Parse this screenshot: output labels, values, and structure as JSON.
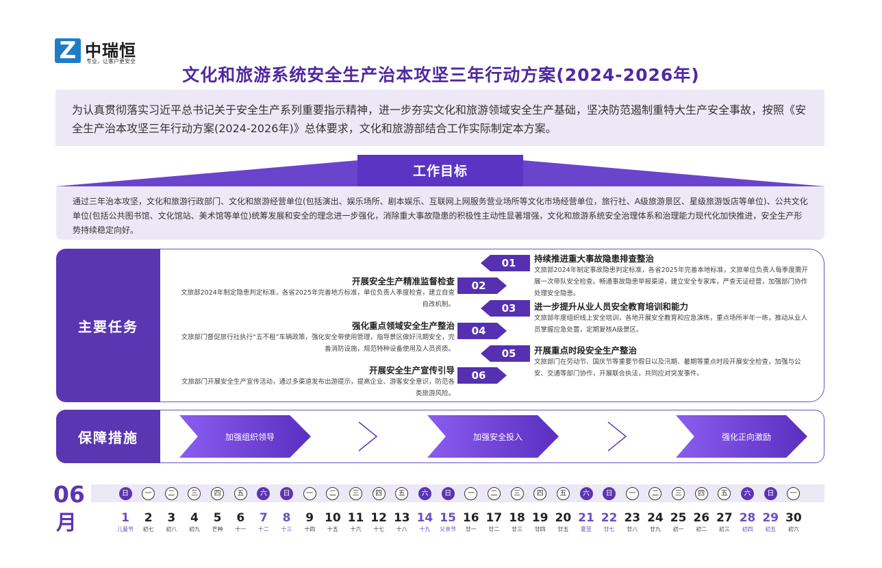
{
  "logo": {
    "mark": "Z",
    "name": "中瑞恒",
    "slogan": "专业，让客户更安全"
  },
  "title": "文化和旅游系统安全生产治本攻坚三年行动方案(2024-2026年)",
  "intro": "为认真贯彻落实习近平总书记关于安全生产系列重要指示精神，进一步夯实文化和旅游领域安全生产基础，坚决防范遏制重特大生产安全事故，按照《安全生产治本攻坚三年行动方案(2024-2026年)》总体要求，文化和旅游部结合工作实际制定本方案。",
  "goal": {
    "title": "工作目标",
    "text": "通过三年治本攻坚，文化和旅游行政部门、文化和旅游经营单位(包括演出、娱乐场所、剧本娱乐、互联网上网服务营业场所等文化市场经营单位，旅行社、A级旅游景区、星级旅游饭店等单位)、公共文化单位(包括公共图书馆、文化馆站、美术馆等单位)统筹发展和安全的理念进一步强化，消除重大事故隐患的积极性主动性显著增强，文化和旅游系统安全治理体系和治理能力现代化加快推进，安全生产形势持续稳定向好。"
  },
  "tasks": {
    "label": "主要任务",
    "items": [
      {
        "num": "01",
        "title": "持续推进重大事故隐患排查整治",
        "desc": "文旅部2024年制定事故隐患判定标准，各省2025年完善本地标准，文旅单位负责人每季度需开展一次带队安全检查。畅通事故隐患举报渠道，建立安全专家库，严查无证经营，加强部门协作处理安全隐患。"
      },
      {
        "num": "02",
        "title": "开展安全生产精准监督检查",
        "desc": "文旅部2024年制定隐患判定标准，各省2025年完善地方标准，单位负责人季度检查，建立自查自改机制。"
      },
      {
        "num": "03",
        "title": "进一步提升从业人员安全教育培训和能力",
        "desc": "文旅部年度组织线上安全培训，各地开展安全教育和应急演练，重点场所半年一练，推动从业人员掌握应急处置，定期复核A级景区。"
      },
      {
        "num": "04",
        "title": "强化重点领域安全生产整治",
        "desc": "文旅部门督促旅行社执行“五不租”车辆政策，强化安全带使用管理，指导景区做好汛期安全，完善消防设施，规范特种设备使用及人员资质。"
      },
      {
        "num": "05",
        "title": "开展重点时段安全生产整治",
        "desc": "文旅部门在劳动节、国庆节等重要节假日以及汛期、暑期等重点时段开展安全检查，加强与公安、交通等部门协作，开展联合执法，共同应对突发事件。"
      },
      {
        "num": "06",
        "title": "开展安全生产宣传引导",
        "desc": "文旅部门开展安全生产宣传活动，通过多渠道发布出游提示，提高企业、游客安全意识，防范各类旅游风险。"
      }
    ]
  },
  "guarantee": {
    "label": "保障措施",
    "items": [
      "加强组织领导",
      "加强安全投入",
      "强化正向激励"
    ]
  },
  "calendar": {
    "month_num": "06",
    "month_word": "月",
    "weekdays": [
      "日",
      "一",
      "二",
      "三",
      "四",
      "五",
      "六",
      "日",
      "一",
      "二",
      "三",
      "四",
      "五",
      "六",
      "日",
      "一",
      "二",
      "三",
      "四",
      "五",
      "六",
      "日",
      "一",
      "二",
      "三",
      "四",
      "五",
      "六",
      "日",
      "一"
    ],
    "days": [
      {
        "d": "1",
        "l": "儿童节",
        "we": true
      },
      {
        "d": "2",
        "l": "初七"
      },
      {
        "d": "3",
        "l": "初八"
      },
      {
        "d": "4",
        "l": "初九"
      },
      {
        "d": "5",
        "l": "芒种"
      },
      {
        "d": "6",
        "l": "十一"
      },
      {
        "d": "7",
        "l": "十二",
        "we": true
      },
      {
        "d": "8",
        "l": "十三",
        "we": true
      },
      {
        "d": "9",
        "l": "十四"
      },
      {
        "d": "10",
        "l": "十五"
      },
      {
        "d": "11",
        "l": "十六"
      },
      {
        "d": "12",
        "l": "十七"
      },
      {
        "d": "13",
        "l": "十八"
      },
      {
        "d": "14",
        "l": "十九",
        "we": true
      },
      {
        "d": "15",
        "l": "父亲节",
        "we": true
      },
      {
        "d": "16",
        "l": "廿一"
      },
      {
        "d": "17",
        "l": "廿二"
      },
      {
        "d": "18",
        "l": "廿三"
      },
      {
        "d": "19",
        "l": "廿四"
      },
      {
        "d": "20",
        "l": "廿五"
      },
      {
        "d": "21",
        "l": "夏至",
        "we": true
      },
      {
        "d": "22",
        "l": "廿七",
        "we": true
      },
      {
        "d": "23",
        "l": "廿八"
      },
      {
        "d": "24",
        "l": "廿九"
      },
      {
        "d": "25",
        "l": "初一"
      },
      {
        "d": "26",
        "l": "初二"
      },
      {
        "d": "27",
        "l": "初三"
      },
      {
        "d": "28",
        "l": "初四",
        "we": true
      },
      {
        "d": "29",
        "l": "初五",
        "we": true
      },
      {
        "d": "30",
        "l": "初六"
      }
    ]
  },
  "colors": {
    "primary": "#5a36b2",
    "light_bg": "#ece8f6",
    "title": "#4e2aa0"
  }
}
